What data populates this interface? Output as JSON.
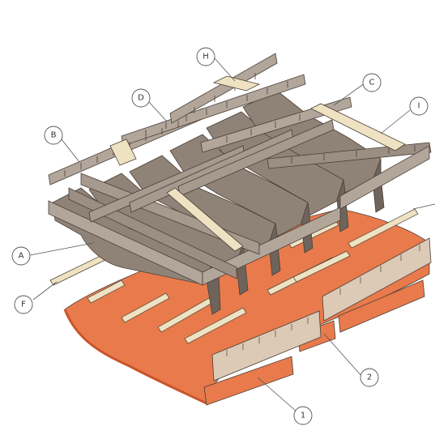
{
  "colors": {
    "frame": "#8f8378",
    "frame_light": "#b2a69b",
    "frame_dark": "#6e645b",
    "skin": "#e87a4c",
    "skin_dark": "#c9552a",
    "panel": "#dccab7",
    "stringer": "#efe2c2",
    "outline": "#4a3f36"
  },
  "callouts": [
    {
      "id": "A",
      "label": "A"
    },
    {
      "id": "B",
      "label": "B"
    },
    {
      "id": "C",
      "label": "C"
    },
    {
      "id": "D",
      "label": "D"
    },
    {
      "id": "F",
      "label": "F"
    },
    {
      "id": "H",
      "label": "H"
    },
    {
      "id": "I",
      "label": "I"
    },
    {
      "id": "1",
      "label": "1"
    },
    {
      "id": "2",
      "label": "2"
    }
  ]
}
